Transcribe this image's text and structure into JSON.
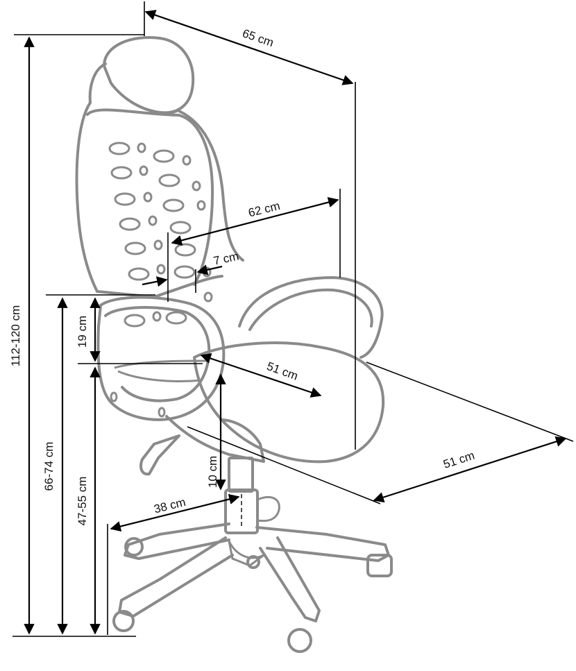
{
  "diagram": {
    "dimensions": {
      "total_height": "112-120 cm",
      "depth_overall": "65 cm",
      "armrest_width": "62 cm",
      "armrest_thickness": "7 cm",
      "armrest_above_seat": "19 cm",
      "armrest_height": "66-74 cm",
      "seat_height": "47-55 cm",
      "seat_depth": "51 cm",
      "width": "51 cm",
      "adjustment": "10 cm",
      "base_radius": "38 cm"
    },
    "colors": {
      "chair_outline": "#8a8a8a",
      "dimension_lines": "#000000",
      "background": "#ffffff"
    }
  }
}
